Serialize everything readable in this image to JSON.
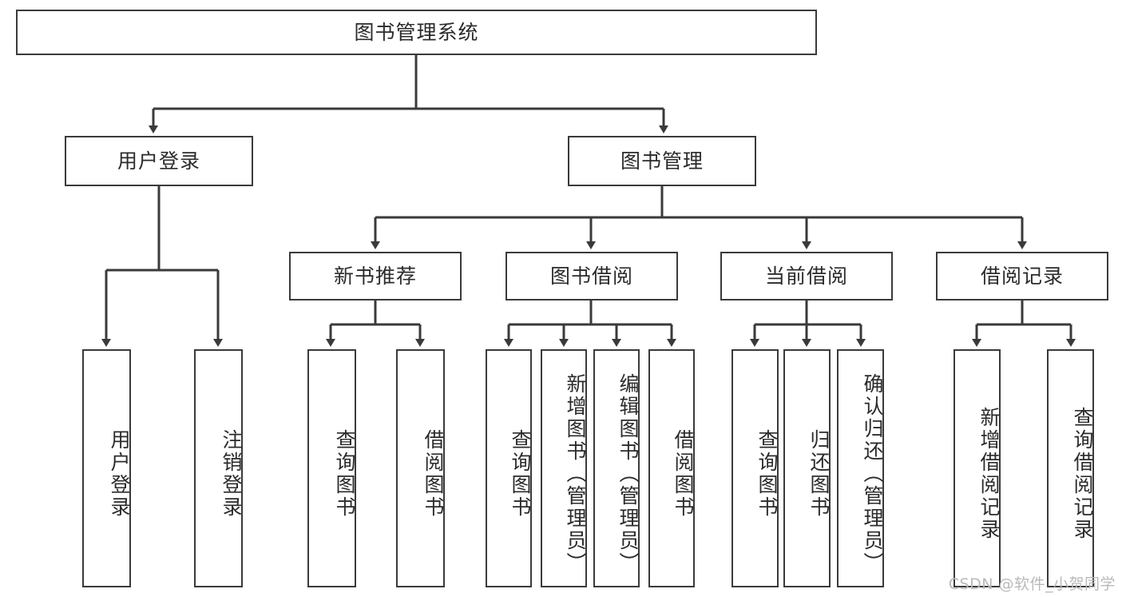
{
  "diagram": {
    "title": "图书管理系统",
    "type": "tree",
    "root": {
      "id": "root",
      "label": "图书管理系统"
    },
    "level2": [
      {
        "id": "user-login",
        "label": "用户登录"
      },
      {
        "id": "book-manage",
        "label": "图书管理"
      }
    ],
    "level3": [
      {
        "id": "new-book-recommend",
        "label": "新书推荐",
        "parent": "book-manage"
      },
      {
        "id": "book-borrow",
        "label": "图书借阅",
        "parent": "book-manage"
      },
      {
        "id": "current-borrow",
        "label": "当前借阅",
        "parent": "book-manage"
      },
      {
        "id": "borrow-record",
        "label": "借阅记录",
        "parent": "book-manage"
      }
    ],
    "leaves": [
      {
        "id": "leaf-user-login",
        "label": "用户登录",
        "parent": "user-login"
      },
      {
        "id": "leaf-user-logout",
        "label": "注销登录",
        "parent": "user-login"
      },
      {
        "id": "leaf-query-book-1",
        "label": "查询图书",
        "parent": "new-book-recommend"
      },
      {
        "id": "leaf-borrow-book-1",
        "label": "借阅图书",
        "parent": "new-book-recommend"
      },
      {
        "id": "leaf-query-book-2",
        "label": "查询图书",
        "parent": "book-borrow"
      },
      {
        "id": "leaf-add-book",
        "label": "新增图书（管理员）",
        "parent": "book-borrow"
      },
      {
        "id": "leaf-edit-book",
        "label": "编辑图书（管理员）",
        "parent": "book-borrow"
      },
      {
        "id": "leaf-borrow-book-2",
        "label": "借阅图书",
        "parent": "book-borrow"
      },
      {
        "id": "leaf-query-book-3",
        "label": "查询图书",
        "parent": "current-borrow"
      },
      {
        "id": "leaf-return-book",
        "label": "归还图书",
        "parent": "current-borrow"
      },
      {
        "id": "leaf-confirm-return",
        "label": "确认归还（管理员）",
        "parent": "current-borrow"
      },
      {
        "id": "leaf-add-record",
        "label": "新增借阅记录",
        "parent": "borrow-record"
      },
      {
        "id": "leaf-query-record",
        "label": "查询借阅记录",
        "parent": "borrow-record"
      }
    ],
    "colors": {
      "stroke": "#3a3a3a",
      "fill": "#ffffff",
      "text": "#2b2b2b",
      "watermark": "#b9b9b9"
    }
  },
  "watermark": {
    "text": "CSDN @软件_小贺同学"
  }
}
